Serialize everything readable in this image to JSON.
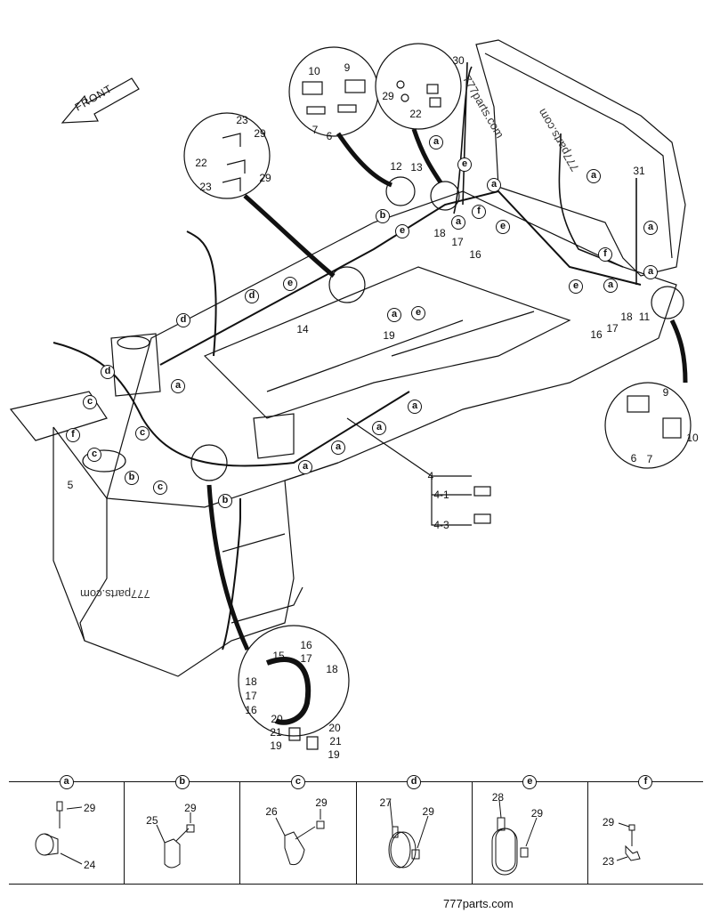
{
  "direction_label": "FRONT",
  "watermark": "777parts.com",
  "insets": {
    "upper_left": [
      "23",
      "29",
      "22",
      "23",
      "29"
    ],
    "upper_mid": [
      "10",
      "9",
      "7",
      "6"
    ],
    "upper_right": [
      "29",
      "22"
    ],
    "right": [
      "9",
      "10",
      "6",
      "7"
    ],
    "bottom": [
      "16",
      "15",
      "17",
      "18",
      "18",
      "17",
      "16",
      "20",
      "20",
      "21",
      "21",
      "19",
      "19"
    ]
  },
  "main_labels": [
    "30",
    "12",
    "13",
    "31",
    "18",
    "17",
    "16",
    "14",
    "19",
    "18",
    "17",
    "16",
    "11",
    "5",
    "4",
    "4-1",
    "4-3"
  ],
  "clamp_callouts": [
    "a",
    "b",
    "c",
    "d",
    "e",
    "f"
  ],
  "legend_table": [
    {
      "key": "a",
      "parts": [
        "29",
        "24"
      ]
    },
    {
      "key": "b",
      "parts": [
        "29",
        "25"
      ]
    },
    {
      "key": "c",
      "parts": [
        "29",
        "26"
      ]
    },
    {
      "key": "d",
      "parts": [
        "27",
        "29"
      ]
    },
    {
      "key": "e",
      "parts": [
        "28",
        "29"
      ]
    },
    {
      "key": "f",
      "parts": [
        "29",
        "23"
      ]
    }
  ],
  "footer": "777parts.com"
}
